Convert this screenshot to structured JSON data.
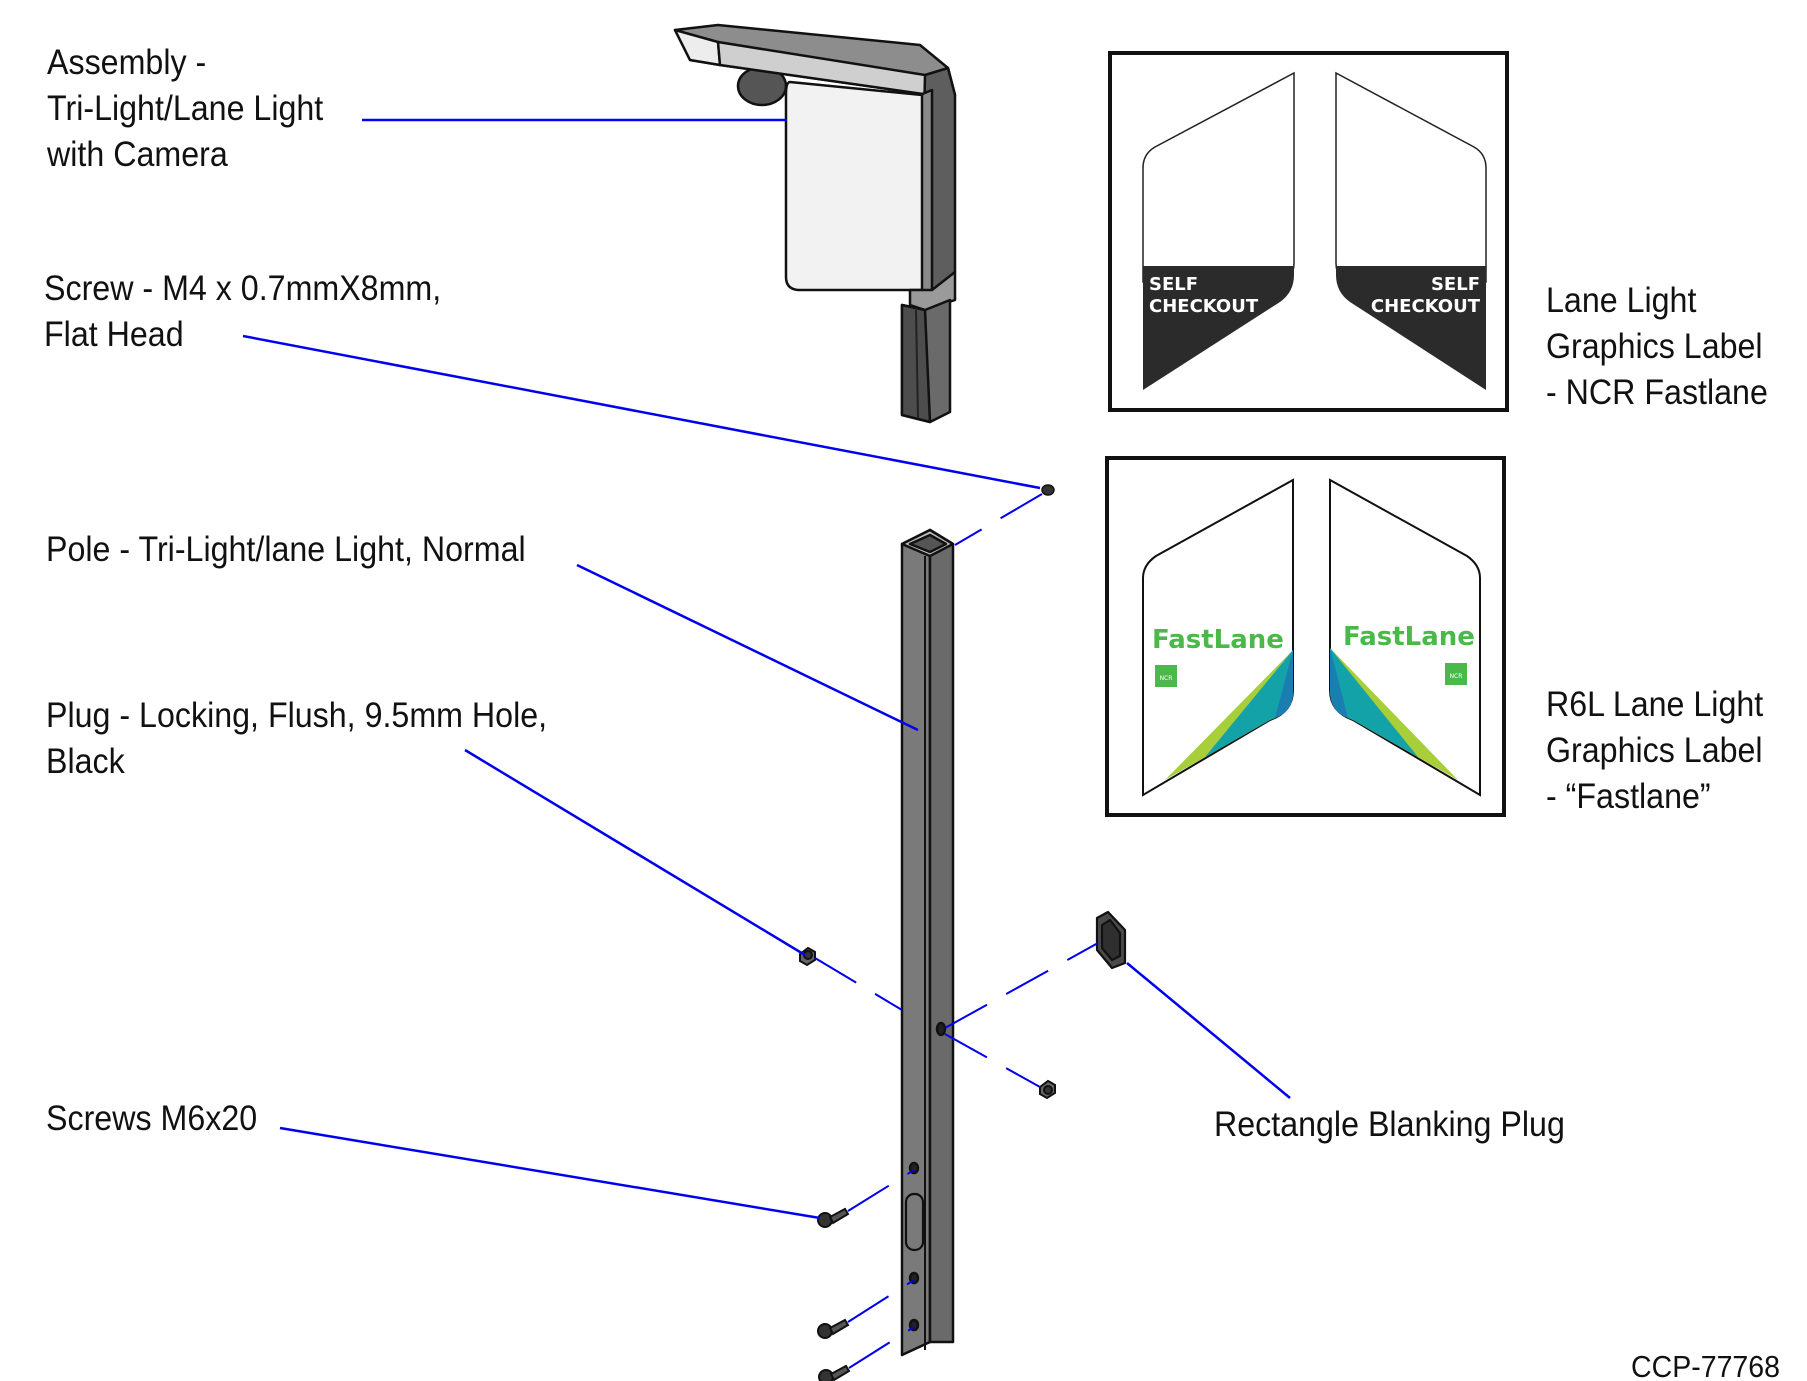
{
  "figure_id": "CCP-77768",
  "colors": {
    "leader": "#0000ee",
    "pole_face": "#6e6e6e",
    "pole_side": "#8a8a8a",
    "panel_dark": "#2b2b2b",
    "fastlane_green": "#4bb84a",
    "fastlane_lime": "#a8cf3a",
    "fastlane_teal": "#13a2a8",
    "fastlane_blue": "#1a7fb0"
  },
  "callouts": {
    "assembly": {
      "lines": [
        "Assembly -",
        "Tri-Light/Lane Light",
        "with Camera"
      ]
    },
    "screw_m4": {
      "lines": [
        "Screw - M4 x 0.7mmX8mm,",
        "Flat Head"
      ]
    },
    "pole": {
      "lines": [
        "Pole - Tri-Light/lane Light, Normal"
      ]
    },
    "plug": {
      "lines": [
        "Plug - Locking, Flush, 9.5mm Hole,",
        "Black"
      ]
    },
    "screws_m6": {
      "lines": [
        "Screws M6x20"
      ]
    },
    "blanking_plug": {
      "lines": [
        "Rectangle Blanking Plug"
      ]
    },
    "ncr_label": {
      "lines": [
        "Lane Light",
        "Graphics Label",
        "- NCR Fastlane"
      ]
    },
    "r6l_label": {
      "lines": [
        "R6L Lane Light",
        "Graphics Label",
        "- “Fastlane”"
      ]
    }
  },
  "label_self_checkout": {
    "left": [
      "SELF",
      "CHECKOUT"
    ],
    "right": [
      "SELF",
      "CHECKOUT"
    ]
  },
  "label_fastlane": {
    "brand": "FastLane",
    "logo_text": "NCR"
  }
}
